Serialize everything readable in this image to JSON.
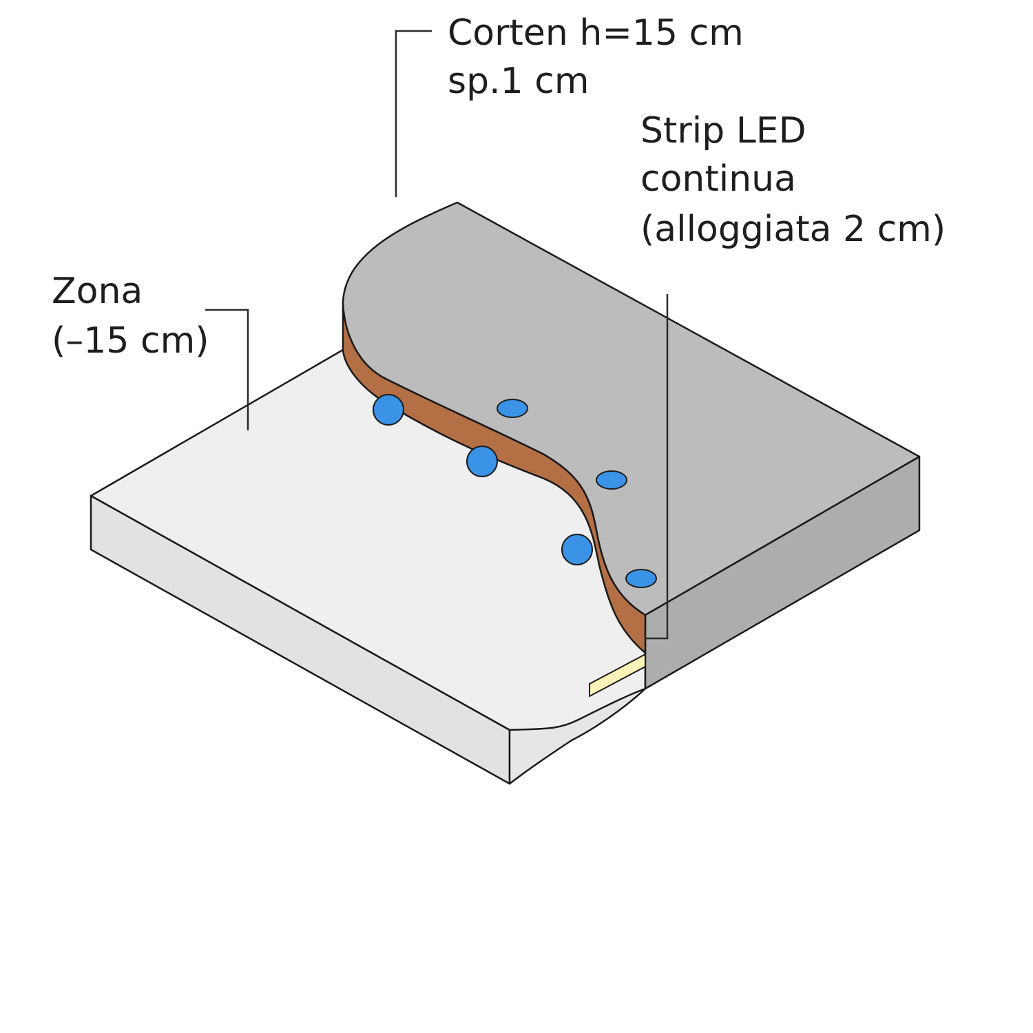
{
  "labels": {
    "corten": {
      "line1": "Corten h=15 cm",
      "line2": "sp.1 cm"
    },
    "led": {
      "line1": "Strip LED",
      "line2": "continua",
      "line3": "(alloggiata 2 cm)"
    },
    "zona": {
      "line1": "Zona",
      "line2": "(–15 cm)"
    }
  },
  "colors": {
    "upper_top": "#bcbcbc",
    "upper_side": "#adadad",
    "lower_top": "#efefef",
    "lower_side": "#e2e2e2",
    "corten": "#b56f45",
    "led_strip": "#fbf3b8",
    "spots": "#3a93e6",
    "outline": "#1a1a1a"
  }
}
